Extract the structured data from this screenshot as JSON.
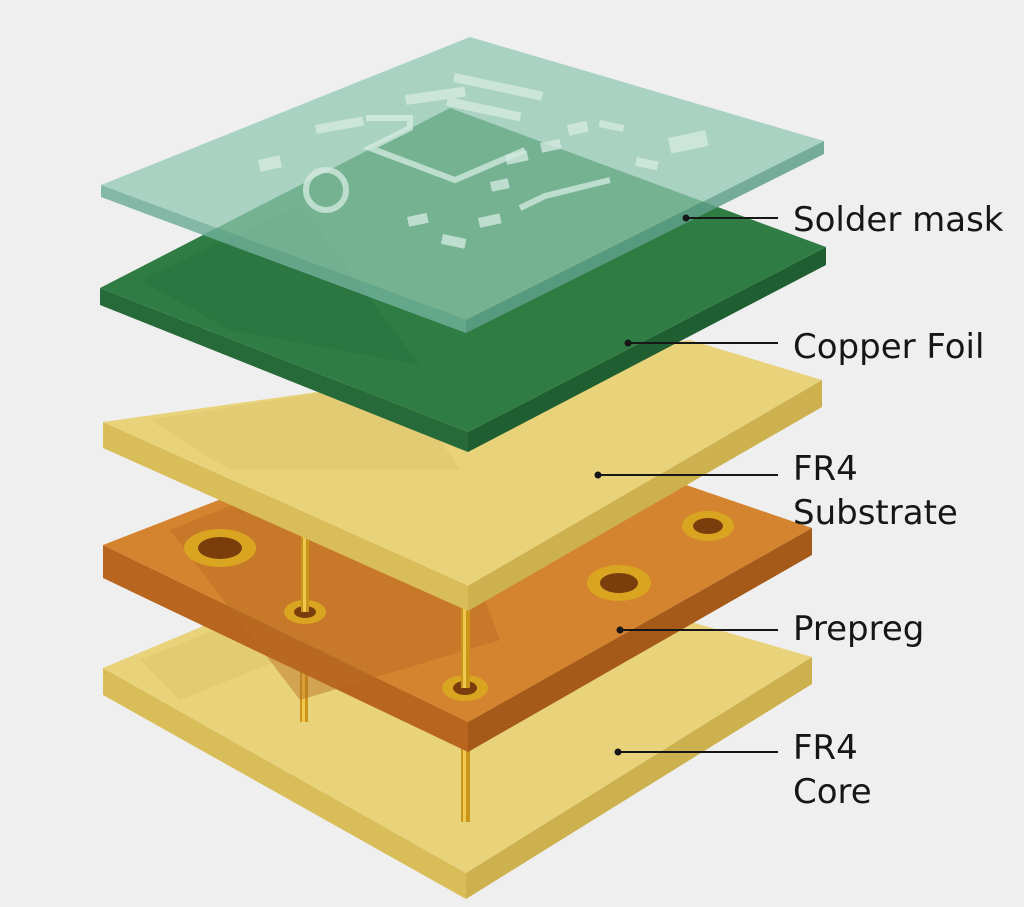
{
  "layers": [
    {
      "id": "solder-mask",
      "lines": [
        "Solder mask"
      ]
    },
    {
      "id": "copper-foil",
      "lines": [
        "Copper Foil"
      ]
    },
    {
      "id": "fr4-substrate",
      "lines": [
        "FR4",
        "Substrate"
      ]
    },
    {
      "id": "prepreg",
      "lines": [
        "Prepreg"
      ]
    },
    {
      "id": "fr4-core",
      "lines": [
        "FR4",
        "Core"
      ]
    }
  ],
  "colors": {
    "background": "#efefef",
    "fr4_top": "#e8d27a",
    "fr4_front": "#d9bd58",
    "fr4_side": "#cdb14e",
    "prepreg_top": "#d4842e",
    "prepreg_front": "#b8661f",
    "prepreg_side": "#a55a1a",
    "copper_green_top": "#2f7d45",
    "copper_green_front": "#256a38",
    "solder_mask": "#8fc6b0",
    "solder_mask_edge": "#6fae98",
    "via_gold": "#d9a520",
    "leader_line": "#161616"
  }
}
